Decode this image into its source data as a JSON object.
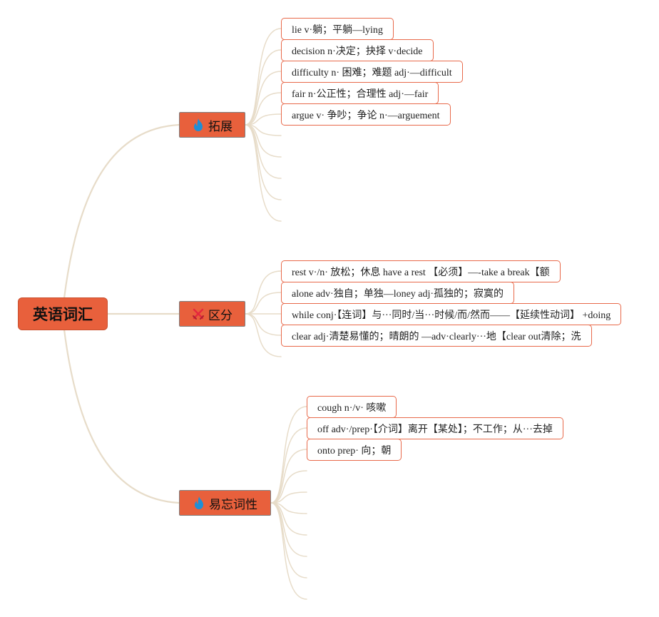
{
  "root": {
    "label": "英语词汇"
  },
  "colors": {
    "root_fill": "#e8603c",
    "branch_fill": "#e8603c",
    "leaf_border": "#e8694a",
    "connector": "#e7dcc9",
    "flame_icon": "#1f8fd6",
    "sword_icon": "#e5283d"
  },
  "branches": [
    {
      "label": "拓展",
      "icon": "flame-icon",
      "leaves": [
        "lie v·躺；平躺—lying",
        "decision n·决定；抉择 v·decide",
        "difficulty n· 困难；难题 adj·—difficult",
        "fair n·公正性；合理性 adj·—fair",
        "argue v· 争吵；争论 n·—arguement"
      ]
    },
    {
      "label": "区分",
      "icon": "crossed-swords-icon",
      "leaves": [
        "rest v·/n· 放松；休息 have a rest 【必须】—-take a break【额",
        "alone adv·独自；单独—loney adj·孤独的；寂寞的",
        "while conj·【连词】与···同时/当···时候/而/然而——【延续性动词】 +doing",
        "clear adj·清楚易懂的；晴朗的 —adv·clearly···地【clear out清除；洗"
      ]
    },
    {
      "label": "易忘词性",
      "icon": "flame-icon",
      "leaves": [
        "cough n·/v· 咳嗽",
        "off adv·/prep·【介词】离开【某处】；不工作；从···去掉",
        "onto prep· 向；朝"
      ]
    }
  ]
}
